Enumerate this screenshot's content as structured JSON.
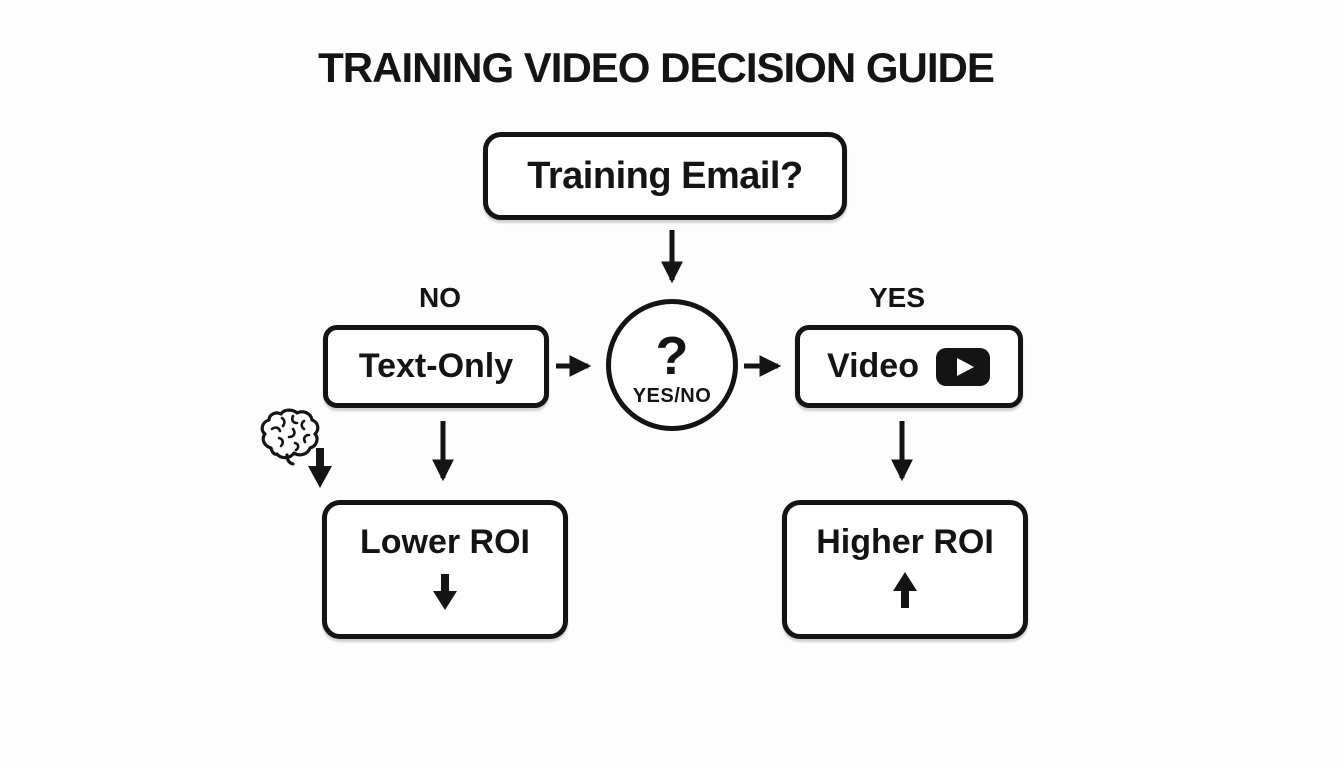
{
  "title": "TRAINING VIDEO DECISION GUIDE",
  "flow": {
    "start_label": "Training Email?",
    "decision_mark": "?",
    "decision_label": "YES/NO",
    "no_branch_label": "NO",
    "yes_branch_label": "YES",
    "text_only_label": "Text-Only",
    "video_label": "Video",
    "lower_roi_label": "Lower ROI",
    "higher_roi_label": "Higher ROI"
  },
  "icons": {
    "video_icon": "play-button-icon",
    "lower_roi_icon": "down-arrow-icon",
    "higher_roi_icon": "up-arrow-icon",
    "side_icon": "brain-icon"
  },
  "colors": {
    "background": "#fdfdfd",
    "ink": "#141414"
  }
}
